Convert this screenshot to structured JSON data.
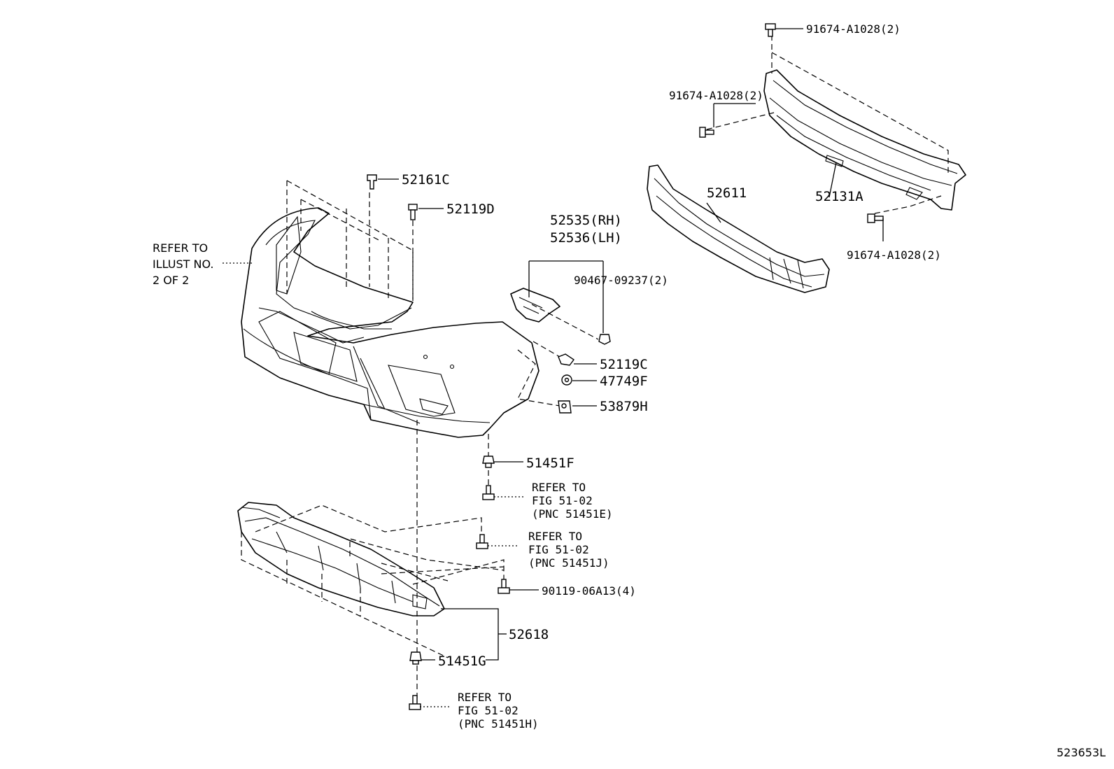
{
  "diagram_id": "523653L",
  "parts": {
    "p52161C": "52161C",
    "p52119D": "52119D",
    "p52535": "52535(RH)",
    "p52536": "52536(LH)",
    "p90467": "90467-09237(2)",
    "p52119C": "52119C",
    "p47749F": "47749F",
    "p53879H": "53879H",
    "p51451F": "51451F",
    "p90119": "90119-06A13(4)",
    "p52618": "52618",
    "p51451G": "51451G",
    "p52611": "52611",
    "p52131A": "52131A",
    "p91674_top": "91674-A1028(2)",
    "p91674_left": "91674-A1028(2)",
    "p91674_bottom": "91674-A1028(2)"
  },
  "notes": {
    "illust": [
      "REFER TO",
      "ILLUST NO.",
      "2 OF 2"
    ],
    "fig_e": [
      "REFER TO",
      "FIG 51-02",
      "(PNC 51451E)"
    ],
    "fig_j": [
      "REFER TO",
      "FIG 51-02",
      "(PNC 51451J)"
    ],
    "fig_h": [
      "REFER TO",
      "FIG 51-02",
      "(PNC 51451H)"
    ]
  }
}
